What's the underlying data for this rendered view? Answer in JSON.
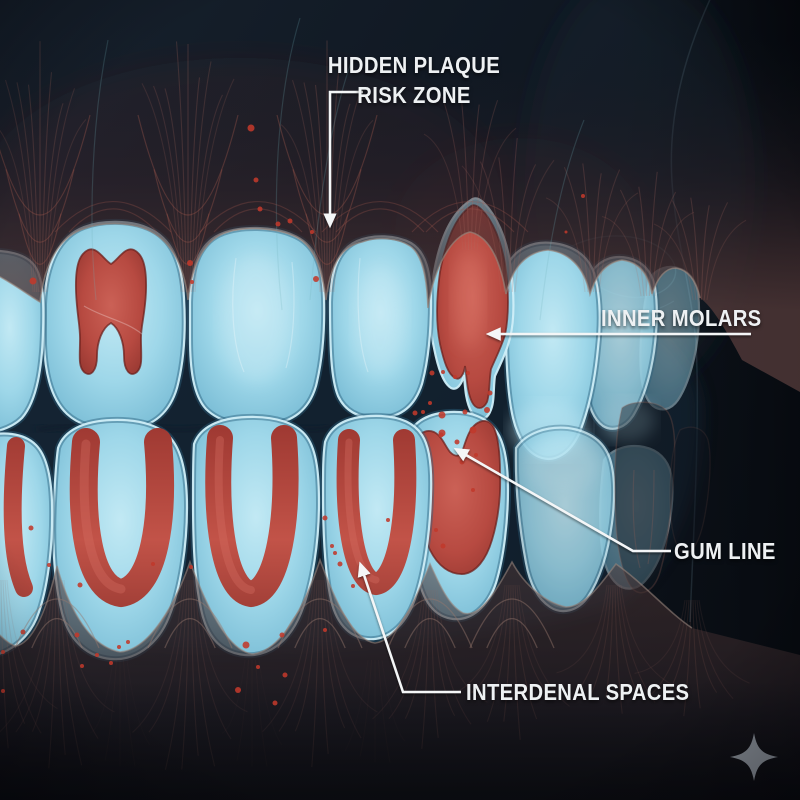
{
  "title": "Hidden plaque risk zones dental illustration",
  "annotations": {
    "hidden_plaque": "HIDDEN PLAQUE\nRISK ZONE",
    "inner_molars": "INNER MOLARS",
    "gum_line": "GUM LINE",
    "interdental": "INTERDENAL SPACES"
  },
  "footer": {
    "sparkle_icon": "four-pointed-star"
  },
  "palette": {
    "bg_top": "#17212d",
    "bg_right": "#0a0f16",
    "bg_bottom": "#11141b",
    "tooth_blue": "#9ed7e9",
    "tooth_blue_light": "#c2e9f4",
    "tooth_blue_deep": "#5fa6c2",
    "tooth_rim": "#cfeef8",
    "plaque_red": "#b74a41",
    "plaque_red_light": "#cb6156",
    "plaque_red_deep": "#8e332d",
    "dot_red": "#c0392b",
    "gum_dark": "#46333a",
    "vein": "#b06c60",
    "label_white": "#eef1f3",
    "leader_white": "#f4f6f7",
    "sparkle_gray": "#8d949c",
    "mouth_shadow": "#17293b"
  }
}
